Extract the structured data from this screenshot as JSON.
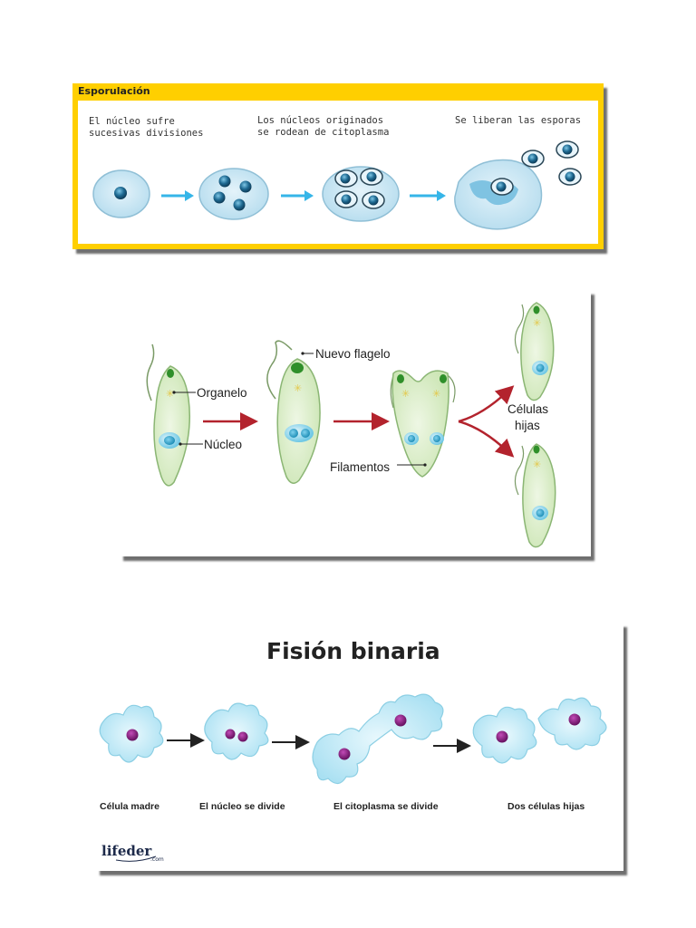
{
  "esporulacion": {
    "title": "Esporulación",
    "step1": [
      "El núcleo sufre",
      "sucesivas divisiones"
    ],
    "step2": [
      "Los núcleos originados",
      "se rodean de citoplasma"
    ],
    "step3": [
      "Se liberan las esporas"
    ]
  },
  "flagelo": {
    "organelo": "Organelo",
    "nucleo": "Núcleo",
    "nuevo_flagelo": "Nuevo flagelo",
    "filamentos": "Filamentos",
    "celulas": "Células",
    "hijas": "hijas"
  },
  "fision": {
    "title": "Fisión binaria",
    "step1": "Célula madre",
    "step2": "El núcleo se divide",
    "step3": "El  citoplasma se divide",
    "step4": "Dos células hijas",
    "logo": "lifeder",
    "logo_sub": ".com"
  },
  "colors": {
    "yellow_border": "#ffcf00",
    "cell_fill": "#c9e7f3",
    "nucleus": "#1f6a92",
    "arrow_blue": "#35b5e8",
    "arrow_red": "#b3232d",
    "euglena_fill": "#d9edc6",
    "amoeba_fill": "#c3ecf8",
    "amoeba_nucleus": "#8b1d86"
  }
}
